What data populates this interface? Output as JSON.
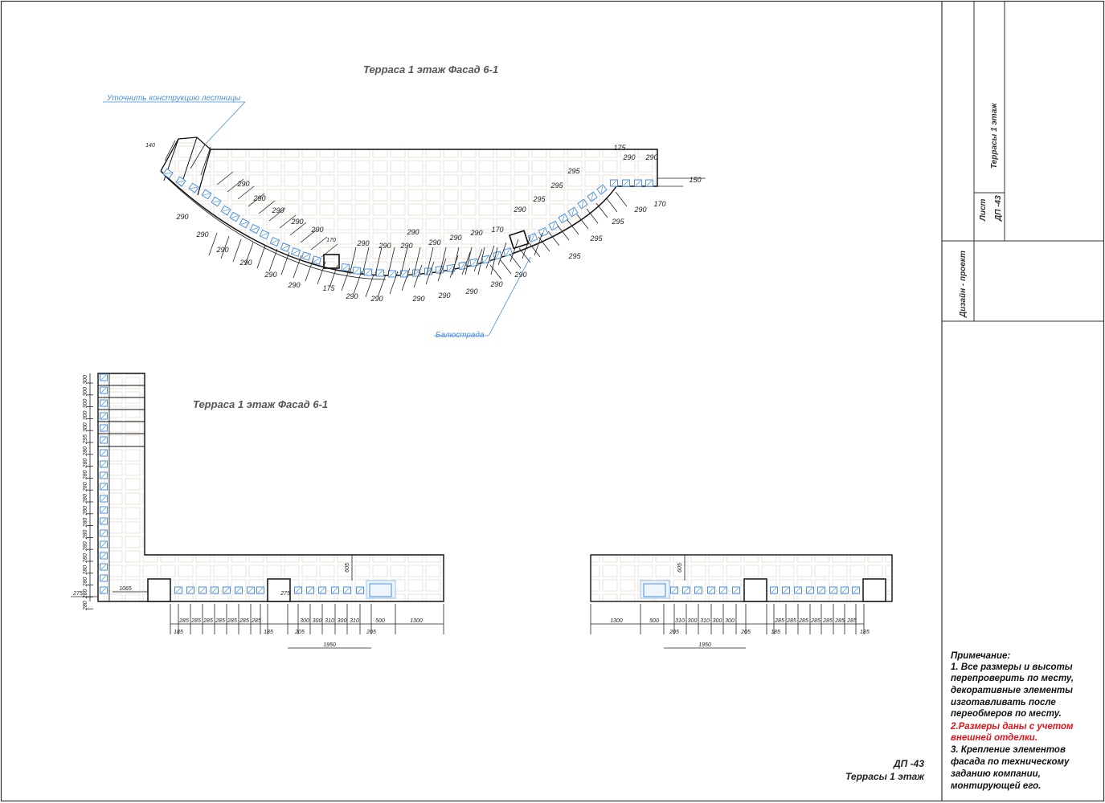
{
  "sheet": {
    "title_top": "Терраса 1 этаж Фасад 6-1",
    "title_bottom": "Терраса 1 этаж Фасад 6-1",
    "callout_stairs": "Уточнить конструкцию лестницы",
    "callout_balustrade": "Балюстрада"
  },
  "dims_top": {
    "d140": "140",
    "d175a": "175",
    "d150": "150",
    "d170a": "170",
    "d170b": "170",
    "d170c": "170",
    "d175b": "175",
    "d290": "290",
    "d295": "295"
  },
  "dims_bottom": {
    "d275": "275",
    "d1065": "1065",
    "d605": "605",
    "d185": "185",
    "d205": "205",
    "d1950": "1950",
    "d500": "500",
    "d1300": "1300"
  },
  "bottom_chain_left": [
    "285",
    "285",
    "285",
    "285",
    "285",
    "285",
    "285"
  ],
  "bottom_chain_mid": [
    "300",
    "300",
    "310",
    "300",
    "310"
  ],
  "bottom_chain_right_a": [
    "310",
    "300",
    "310",
    "300",
    "300"
  ],
  "bottom_chain_right_b": [
    "285",
    "285",
    "285",
    "285",
    "285",
    "285",
    "285"
  ],
  "vertical_chain": [
    "300",
    "300",
    "300",
    "300",
    "300",
    "295",
    "280",
    "280",
    "280",
    "280",
    "280",
    "280",
    "280",
    "280",
    "280",
    "280",
    "280",
    "280",
    "280",
    "280"
  ],
  "notes": {
    "header": "Примечание:",
    "n1": [
      "1. Все размеры и высоты",
      "перепроверить по месту,",
      "декоративные элементы",
      "изготавливать после",
      "переобмеров по месту."
    ],
    "n2": [
      "2.Размеры даны с учетом",
      " внешней отделки."
    ],
    "n3": [
      "3. Крепление элементов",
      "фасада по техническому",
      "заданию компании,",
      "монтирующей его."
    ]
  },
  "title_block": {
    "col_title": "Террасы 1 этаж",
    "list_label": "Лист",
    "list_value": "ДП -43",
    "design": "Дизайн - проект",
    "stamp_code": "ДП -43",
    "stamp_title": "Террасы 1 этаж"
  },
  "colors": {
    "accent_blue": "#4a90d9",
    "note_red": "#e0141e",
    "grid": "#ece2da"
  }
}
